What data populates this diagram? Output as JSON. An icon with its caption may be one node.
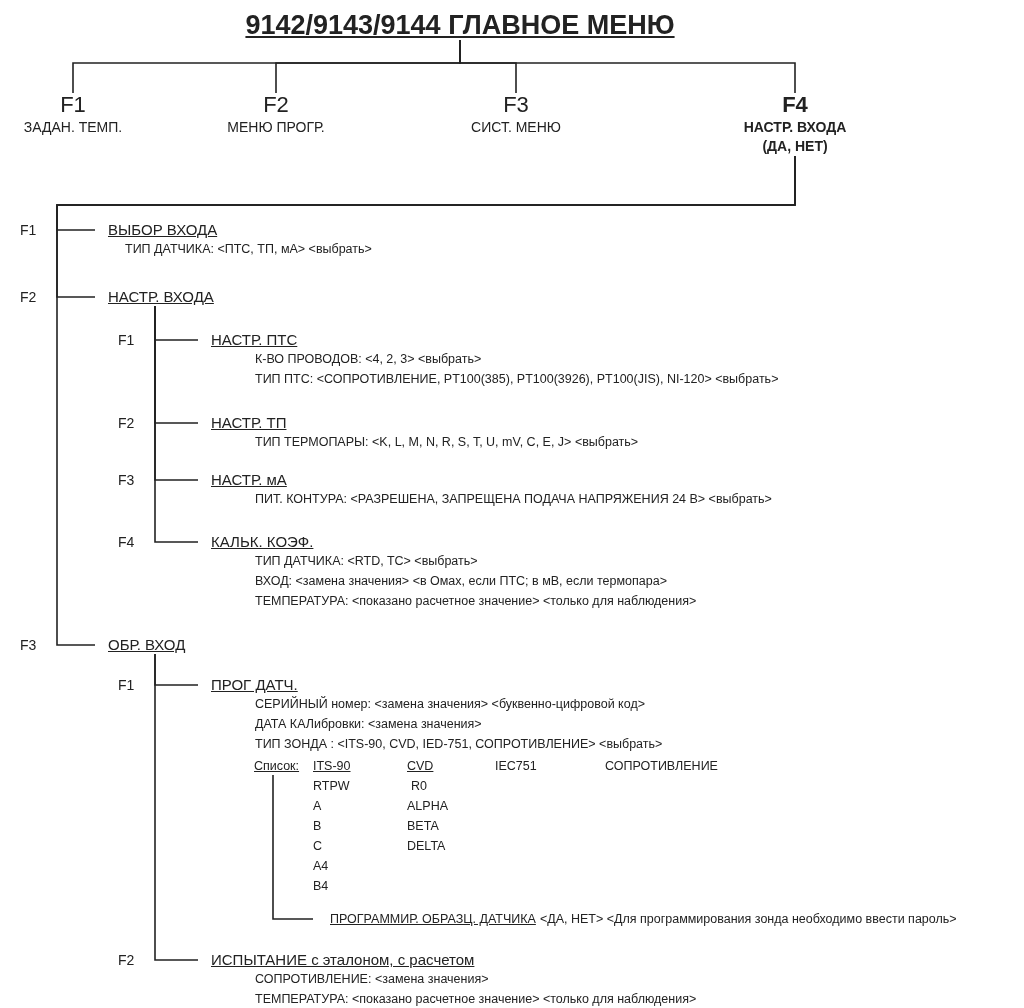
{
  "diagram": {
    "nodes": [
      {
        "text": [
          "9142/9143/9144 ГЛАВНОЕ МЕНЮ"
        ]
      },
      {
        "text": [
          "F1",
          "ЗАДАН. ТЕМП."
        ]
      },
      {
        "text": [
          "F2",
          "МЕНЮ ПРОГР."
        ]
      },
      {
        "text": [
          "F3",
          "СИСТ. МЕНЮ"
        ]
      },
      {
        "text": [
          "F4",
          "НАСТР. ВХОДА (ДА, НЕТ)"
        ]
      },
      {
        "text": [
          "ВЫБОР ВХОДА",
          "ТИП ДАТЧИКА: <ПТС, ТП, мА> <выбрать>"
        ]
      },
      {
        "text": [
          "НАСТР. ВХОДА"
        ]
      },
      {
        "text": [
          "НАСТР. ПТС",
          "К-ВО ПРОВОДОВ: <4, 2, 3> <выбрать>",
          "ТИП ПТС: <СОПРОТИВЛЕНИЕ, PT100(385), PT100(3926), PT100(JIS), NI-120> <выбрать>"
        ]
      },
      {
        "text": [
          "НАСТР. ТП",
          "ТИП ТЕРМОПАРЫ: <K, L, M, N, R, S, T, U, mV, C, E, J> <выбрать>"
        ]
      },
      {
        "text": [
          "НАСТР. мА",
          "ПИТ. КОНТУРА: <РАЗРЕШЕНА, ЗАПРЕЩЕНА ПОДАЧА НАПРЯЖЕНИЯ 24 В> <выбрать>"
        ]
      },
      {
        "text": [
          "КАЛЬК. КОЭФ.",
          "ТИП ДАТЧИКА: <RTD, TC> <выбрать>",
          "ВХОД: <замена значения> <в Омах, если ПТС; в мВ, если термопара>",
          "ТЕМПЕРАТУРА: <показано расчетное значение> <только для наблюдения>"
        ]
      },
      {
        "text": [
          "ОБР. ВХОД"
        ]
      },
      {
        "text": [
          "ПРОГ ДАТЧ.",
          "СЕРИЙНЫЙ номер: <замена значения> <буквенно-цифровой код>",
          "ДАТА КАЛибровки: <замена значения>",
          "ТИП ЗОНДА : <ITS-90, CVD, IED-751, СОПРОТИВЛЕНИЕ> <выбрать>"
        ]
      },
      {
        "text": [
          "Список:"
        ]
      },
      {
        "text": [
          "ПРОГРАММИР. ОБРАЗЦ. ДАТЧИКА",
          "<ДА, НЕТ> <Для программирования зонда необходимо ввести пароль>"
        ]
      },
      {
        "text": [
          "ИСПЫТАНИЕ с эталоном, с расчетом",
          "СОПРОТИВЛЕНИЕ: <замена значения>",
          "ТЕМПЕРАТУРА: <показано расчетное значение> <только для наблюдения>"
        ]
      }
    ],
    "edges": [
      {
        "from": 0,
        "to": 1,
        "arrow": "none"
      },
      {
        "from": 0,
        "to": 2,
        "arrow": "none"
      },
      {
        "from": 0,
        "to": 3,
        "arrow": "none"
      },
      {
        "from": 0,
        "to": 4,
        "arrow": "none"
      },
      {
        "from": 4,
        "to": 5,
        "arrow": "none"
      },
      {
        "from": 4,
        "to": 6,
        "arrow": "none"
      },
      {
        "from": 4,
        "to": 11,
        "arrow": "none"
      },
      {
        "from": 6,
        "to": 7,
        "arrow": "none"
      },
      {
        "from": 6,
        "to": 8,
        "arrow": "none"
      },
      {
        "from": 6,
        "to": 9,
        "arrow": "none"
      },
      {
        "from": 6,
        "to": 10,
        "arrow": "none"
      },
      {
        "from": 11,
        "to": 12,
        "arrow": "none"
      },
      {
        "from": 11,
        "to": 15,
        "arrow": "none"
      },
      {
        "from": 13,
        "to": 14,
        "arrow": "none"
      }
    ],
    "labels": [
      "F1",
      "F2",
      "F1",
      "F2",
      "F3",
      "F4",
      "F3",
      "F1",
      "ITS-90",
      "CVD",
      "IEC751",
      "СОПРОТИВЛЕНИЕ",
      "RTPW",
      "R0",
      "A",
      "ALPHA",
      "B",
      "BETA",
      "C",
      "DELTA",
      "A4",
      "B4",
      "F2"
    ]
  }
}
